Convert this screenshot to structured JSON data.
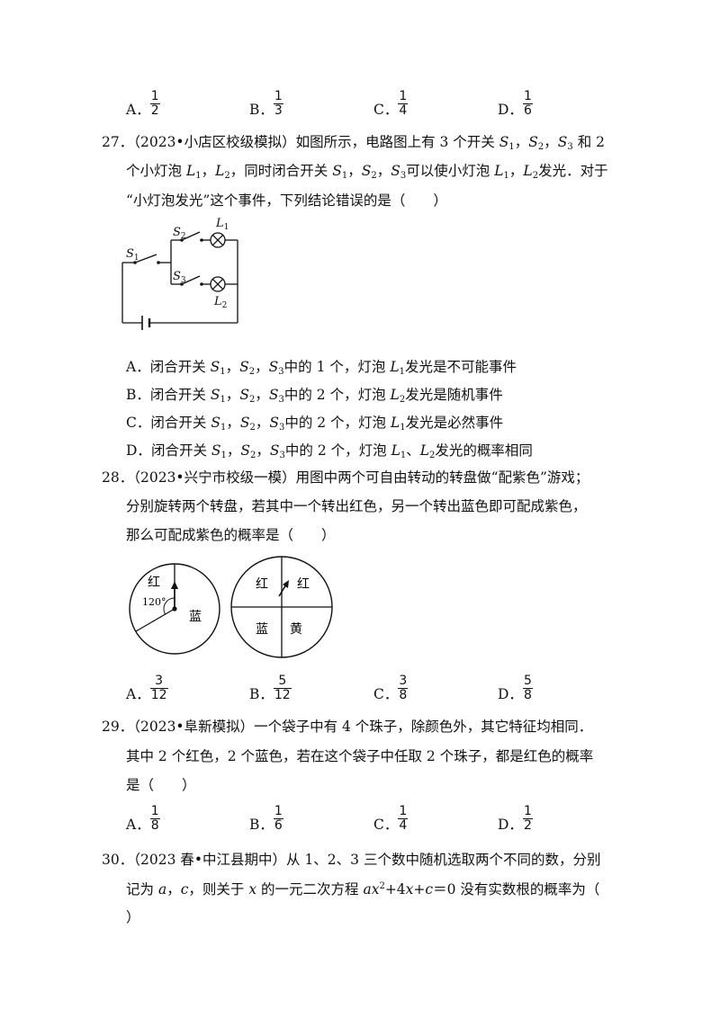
{
  "q26": {
    "options": [
      {
        "label": "A．",
        "num": "1",
        "den": "2"
      },
      {
        "label": "B．",
        "num": "1",
        "den": "3"
      },
      {
        "label": "C．",
        "num": "1",
        "den": "4"
      },
      {
        "label": "D．",
        "num": "1",
        "den": "6"
      }
    ]
  },
  "q27": {
    "number": "27．",
    "source": "（2023•小店区校级模拟）",
    "line1_a": "如图所示，电路图上有 3 个开关 ",
    "line1_b": " 和 2",
    "line2_a": "个小灯泡 ",
    "line2_b": "，同时闭合开关 ",
    "line2_c": "可以使小灯泡 ",
    "line2_d": "发光．对于",
    "line3": "“小灯泡发光”这个事件，下列结论错误的是（　　）",
    "var_S": "S",
    "var_L": "L",
    "sub1": "1",
    "sub2": "2",
    "sub3": "3",
    "comma": "，",
    "circuit": {
      "S1": "S",
      "S2": "S",
      "S3": "S",
      "L1": "L",
      "L2": "L",
      "n1": "1",
      "n2": "2",
      "n3": "3"
    },
    "options": [
      {
        "label": "A．",
        "a": "闭合开关 ",
        "b": "中的 1 个，灯泡 ",
        "c": "发光是不可能事件",
        "lamp_sub": "1"
      },
      {
        "label": "B．",
        "a": "闭合开关 ",
        "b": "中的 2 个，灯泡 ",
        "c": "发光是随机事件",
        "lamp_sub": "2"
      },
      {
        "label": "C．",
        "a": "闭合开关 ",
        "b": "中的 2 个，灯泡 ",
        "c": "发光是必然事件",
        "lamp_sub": "1"
      },
      {
        "label": "D．",
        "a": "闭合开关 ",
        "b": "中的 2 个，灯泡 ",
        "c": "发光的概率相同",
        "lamp_sub": "1",
        "sep": "、",
        "lamp2_sub": "2"
      }
    ]
  },
  "q28": {
    "number": "28．",
    "source": "（2023•兴宁市校级一模）",
    "line1": "用图中两个可自由转动的转盘做“配紫色”游戏；",
    "line2": "分别旋转两个转盘，若其中一个转出红色，另一个转出蓝色即可配成紫色，",
    "line3": "那么可配成紫色的概率是（　　）",
    "spinner1": {
      "red": "红",
      "angle": "120°",
      "blue": "蓝"
    },
    "spinner2": {
      "tl": "红",
      "tr": "红",
      "bl": "蓝",
      "br": "黄"
    },
    "options": [
      {
        "label": "A．",
        "num": "3",
        "den": "12"
      },
      {
        "label": "B．",
        "num": "5",
        "den": "12"
      },
      {
        "label": "C．",
        "num": "3",
        "den": "8"
      },
      {
        "label": "D．",
        "num": "5",
        "den": "8"
      }
    ]
  },
  "q29": {
    "number": "29．",
    "source": "（2023•阜新模拟）",
    "line1": "一个袋子中有 4 个珠子，除颜色外，其它特征均相同．",
    "line2": "其中 2 个红色，2 个蓝色，若在这个袋子中任取 2 个珠子，都是红色的概率",
    "line3": "是（　　）",
    "options": [
      {
        "label": "A．",
        "num": "1",
        "den": "8"
      },
      {
        "label": "B．",
        "num": "1",
        "den": "6"
      },
      {
        "label": "C．",
        "num": "1",
        "den": "4"
      },
      {
        "label": "D．",
        "num": "1",
        "den": "2"
      }
    ]
  },
  "q30": {
    "number": "30．",
    "source": "（2023 春•中江县期中）",
    "line1": "从 1、2、3 三个数中随机选取两个不同的数，分别",
    "line2_a": "记为 ",
    "var_a": "a",
    "sep": "，",
    "var_c": "c",
    "line2_b": "，则关于 ",
    "var_x": "x",
    "line2_c": " 的一元二次方程 ",
    "eq_sq": "2",
    "eq_mid": "+4",
    "eq_plus": "+",
    "eq_end": "＝0 没有实数根的概率为（",
    "line3": "）"
  }
}
